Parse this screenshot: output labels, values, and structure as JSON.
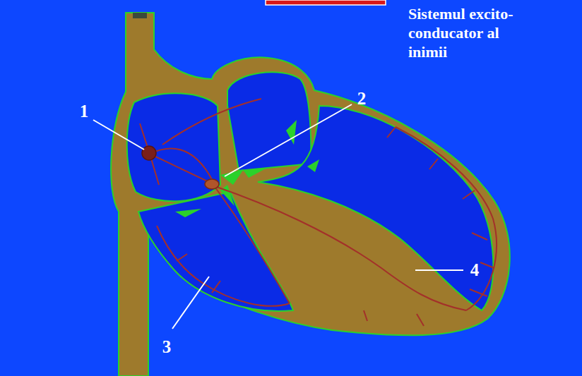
{
  "diagram": {
    "title": "Sistemul excito-conducator al inimii",
    "labels": [
      "1",
      "2",
      "3",
      "4"
    ]
  }
}
